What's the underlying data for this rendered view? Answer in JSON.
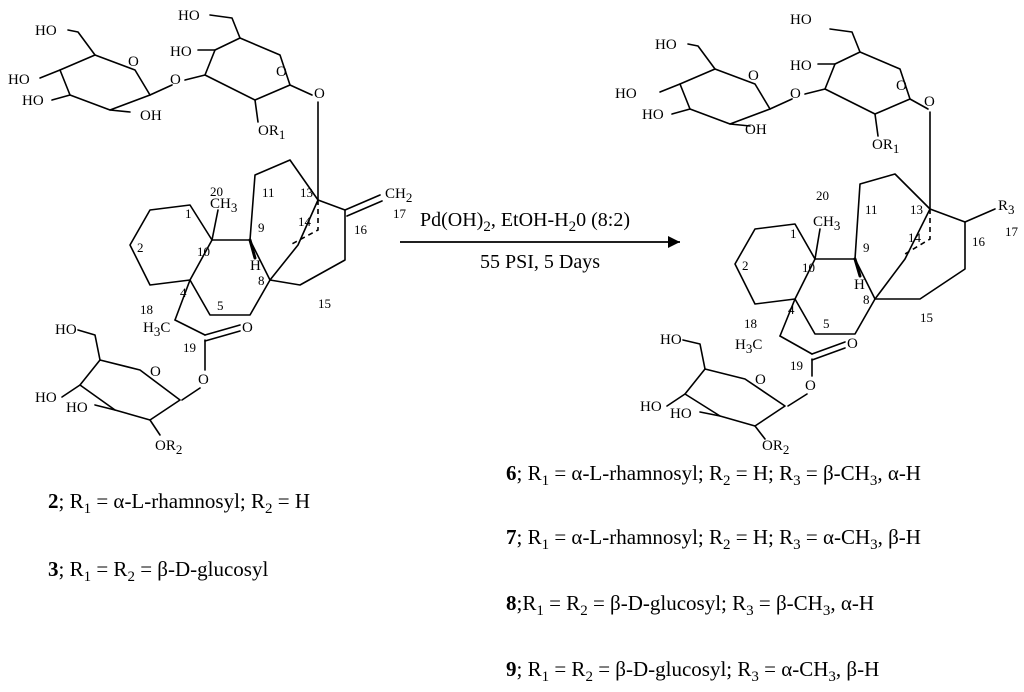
{
  "reaction": {
    "conditions_line1_parts": [
      "Pd(OH)",
      "2",
      ", EtOH-H",
      "2",
      "0 (8:2)"
    ],
    "conditions_line2": "55 PSI, 5 Days"
  },
  "structure_left": {
    "labels": {
      "ho_top": "HO",
      "ho_a": "HO",
      "ho_b": "HO",
      "ho_c": "HO",
      "oh_a": "OH",
      "o_ring1": "O",
      "o_link": "O",
      "o_ring2": "O",
      "o_anomer": "O",
      "or1": "OR",
      "r1_sub": "1",
      "ch2": "CH",
      "ch2_sub": "2",
      "ch3": "CH",
      "ch3_sub": "3",
      "h9": "H",
      "h3c": "H",
      "h3c_sub": "3",
      "h3c_c": "C",
      "o_carbonyl": "O",
      "o_ester": "O",
      "ho_d": "HO",
      "ho_e": "HO",
      "ho_f": "HO",
      "o_ring3": "O",
      "or2": "OR",
      "r2_sub": "2"
    },
    "numbers": [
      "1",
      "2",
      "4",
      "5",
      "8",
      "9",
      "10",
      "11",
      "13",
      "14",
      "15",
      "16",
      "17",
      "18",
      "19",
      "20"
    ]
  },
  "structure_right": {
    "labels": {
      "r3": "R",
      "r3_sub": "3"
    }
  },
  "compounds": [
    {
      "id": "2",
      "text_parts": [
        "; R",
        "1",
        " = α-L-rhamnosyl; R",
        "2",
        " = H"
      ]
    },
    {
      "id": "3",
      "text_parts": [
        "; R",
        "1",
        " = R",
        "2",
        " = β-D-glucosyl"
      ]
    },
    {
      "id": "6",
      "text_parts": [
        "; R",
        "1",
        " = α-L-rhamnosyl; R",
        "2",
        " = H; R",
        "3",
        " = β-CH",
        "3",
        ", α-H"
      ]
    },
    {
      "id": "7",
      "text_parts": [
        "; R",
        "1",
        " = α-L-rhamnosyl; R",
        "2",
        " = H; R",
        "3",
        " = α-CH",
        "3",
        ", β-H"
      ]
    },
    {
      "id": "8",
      "text_parts": [
        ";R",
        "1",
        " = R",
        "2",
        " = β-D-glucosyl; R",
        "3",
        " = β-CH",
        "3",
        ", α-H"
      ]
    },
    {
      "id": "9",
      "text_parts": [
        "; R",
        "1",
        " = R",
        "2",
        " = β-D-glucosyl; R",
        "3",
        " = α-CH",
        "3",
        ", β-H"
      ]
    }
  ]
}
